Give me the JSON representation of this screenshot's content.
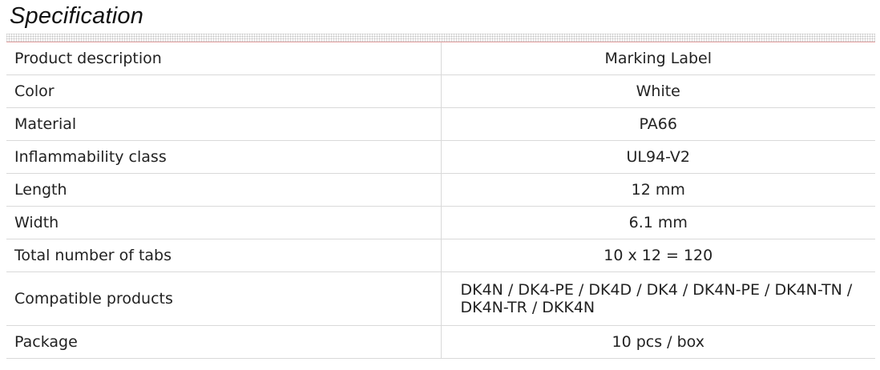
{
  "title": "Specification",
  "rows": [
    {
      "label": "Product description",
      "value": "Marking Label"
    },
    {
      "label": "Color",
      "value": "White"
    },
    {
      "label": "Material",
      "value": "PA66"
    },
    {
      "label": "Inflammability class",
      "value": "UL94-V2"
    },
    {
      "label": "Length",
      "value": "12 mm"
    },
    {
      "label": "Width",
      "value": "6.1 mm"
    },
    {
      "label": "Total number of tabs",
      "value": "10 x 12 = 120"
    },
    {
      "label": "Compatible products",
      "value": "DK4N / DK4-PE / DK4D / DK4 / DK4N-PE / DK4N-TN / DK4N-TR / DKK4N"
    },
    {
      "label": "Package",
      "value": "10 pcs / box"
    }
  ],
  "colors": {
    "accent_line": "#e8a6a6",
    "grid_line": "#d9d9d9",
    "text": "#222222"
  }
}
